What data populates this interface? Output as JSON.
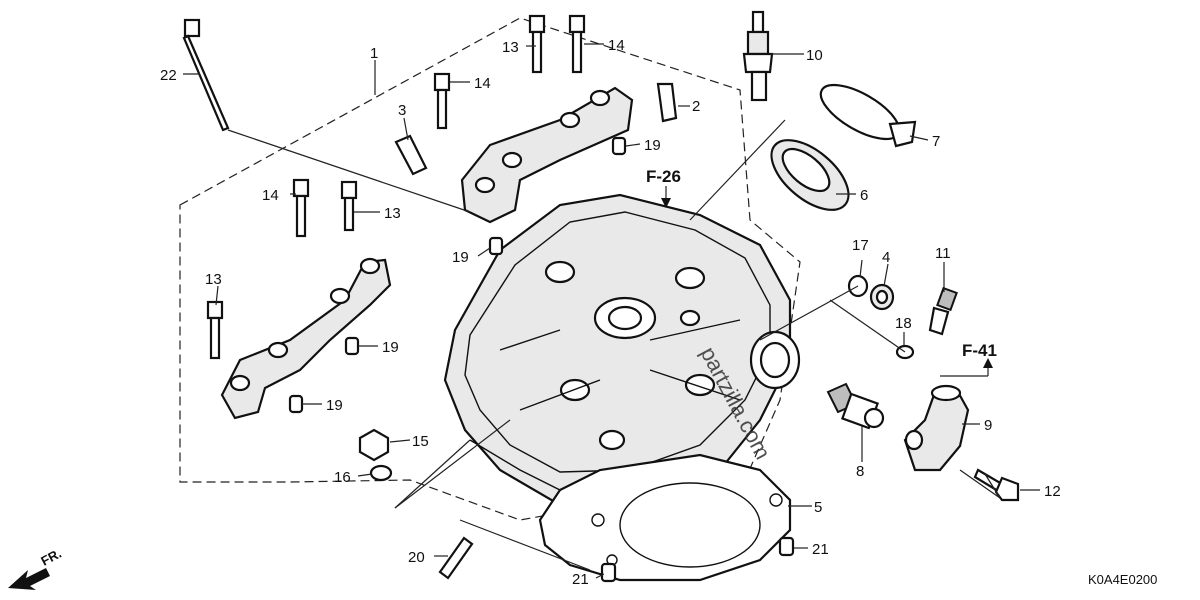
{
  "parts": [
    {
      "id": "p1",
      "label": "1"
    },
    {
      "id": "p2",
      "label": "2"
    },
    {
      "id": "p3",
      "label": "3"
    },
    {
      "id": "p4",
      "label": "4"
    },
    {
      "id": "p5",
      "label": "5"
    },
    {
      "id": "p6",
      "label": "6"
    },
    {
      "id": "p7",
      "label": "7"
    },
    {
      "id": "p8",
      "label": "8"
    },
    {
      "id": "p9",
      "label": "9"
    },
    {
      "id": "p10",
      "label": "10"
    },
    {
      "id": "p11",
      "label": "11"
    },
    {
      "id": "p12",
      "label": "12"
    },
    {
      "id": "p13a",
      "label": "13"
    },
    {
      "id": "p13b",
      "label": "13"
    },
    {
      "id": "p13c",
      "label": "13"
    },
    {
      "id": "p14a",
      "label": "14"
    },
    {
      "id": "p14b",
      "label": "14"
    },
    {
      "id": "p14c",
      "label": "14"
    },
    {
      "id": "p15",
      "label": "15"
    },
    {
      "id": "p16",
      "label": "16"
    },
    {
      "id": "p17",
      "label": "17"
    },
    {
      "id": "p18",
      "label": "18"
    },
    {
      "id": "p19a",
      "label": "19"
    },
    {
      "id": "p19b",
      "label": "19"
    },
    {
      "id": "p19c",
      "label": "19"
    },
    {
      "id": "p19d",
      "label": "19"
    },
    {
      "id": "p20",
      "label": "20"
    },
    {
      "id": "p21a",
      "label": "21"
    },
    {
      "id": "p21b",
      "label": "21"
    },
    {
      "id": "p22",
      "label": "22"
    }
  ],
  "refs": {
    "f26": "F-26",
    "f41": "F-41"
  },
  "diagram_code": "K0A4E0200",
  "front_indicator": "FR.",
  "watermark": "partzilla.com"
}
